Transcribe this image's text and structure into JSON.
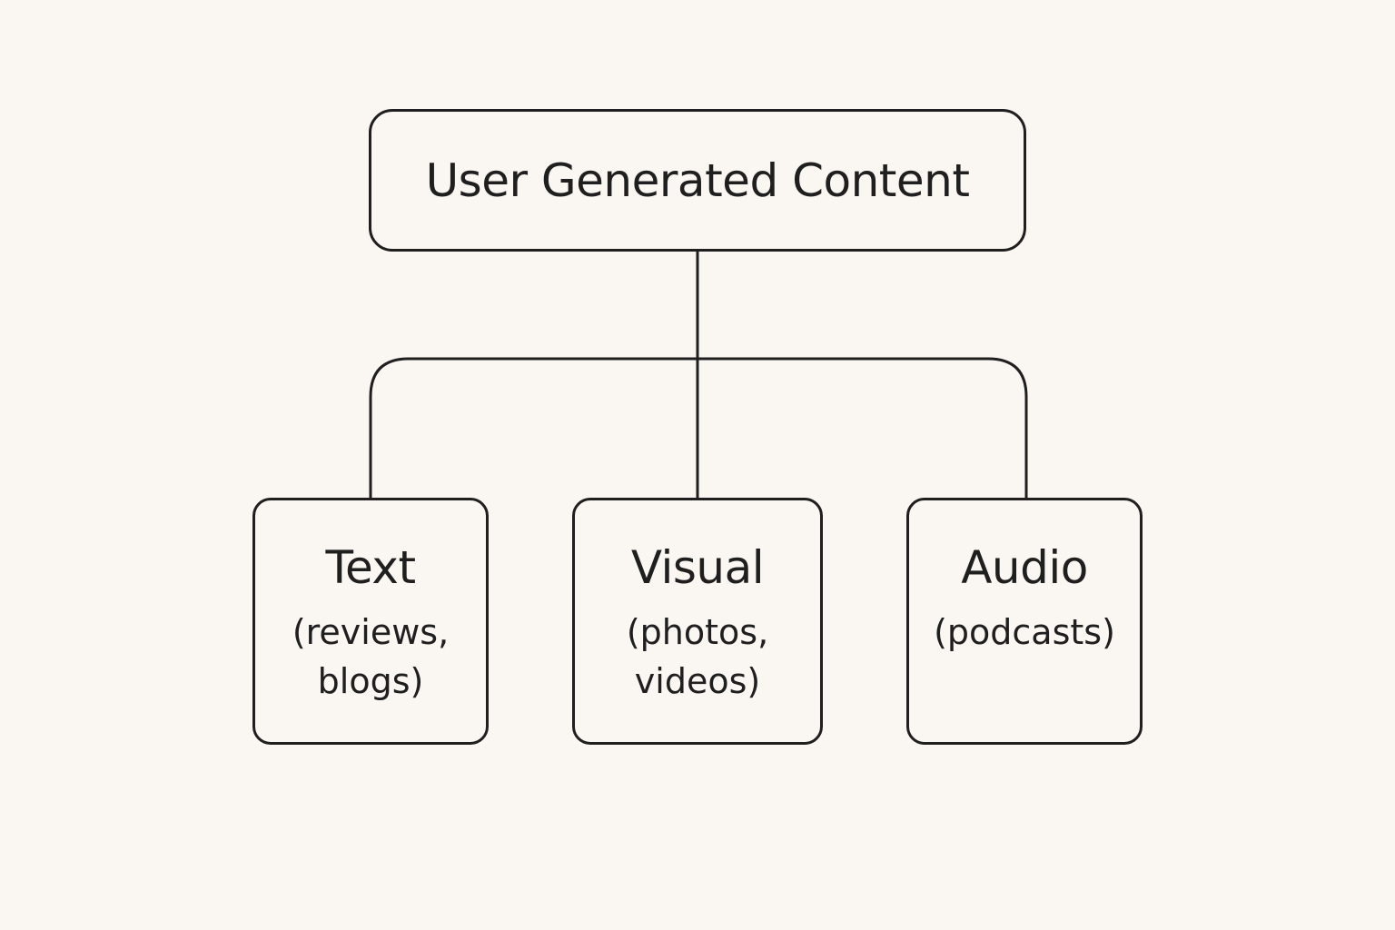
{
  "root": {
    "title": "User Generated Content"
  },
  "children": [
    {
      "title": "Text",
      "description": "(reviews, blogs)"
    },
    {
      "title": "Visual",
      "description": "(photos, videos)"
    },
    {
      "title": "Audio",
      "description": "(podcasts)"
    }
  ],
  "colors": {
    "background": "#faf7f2",
    "stroke": "#1f1f1f"
  }
}
